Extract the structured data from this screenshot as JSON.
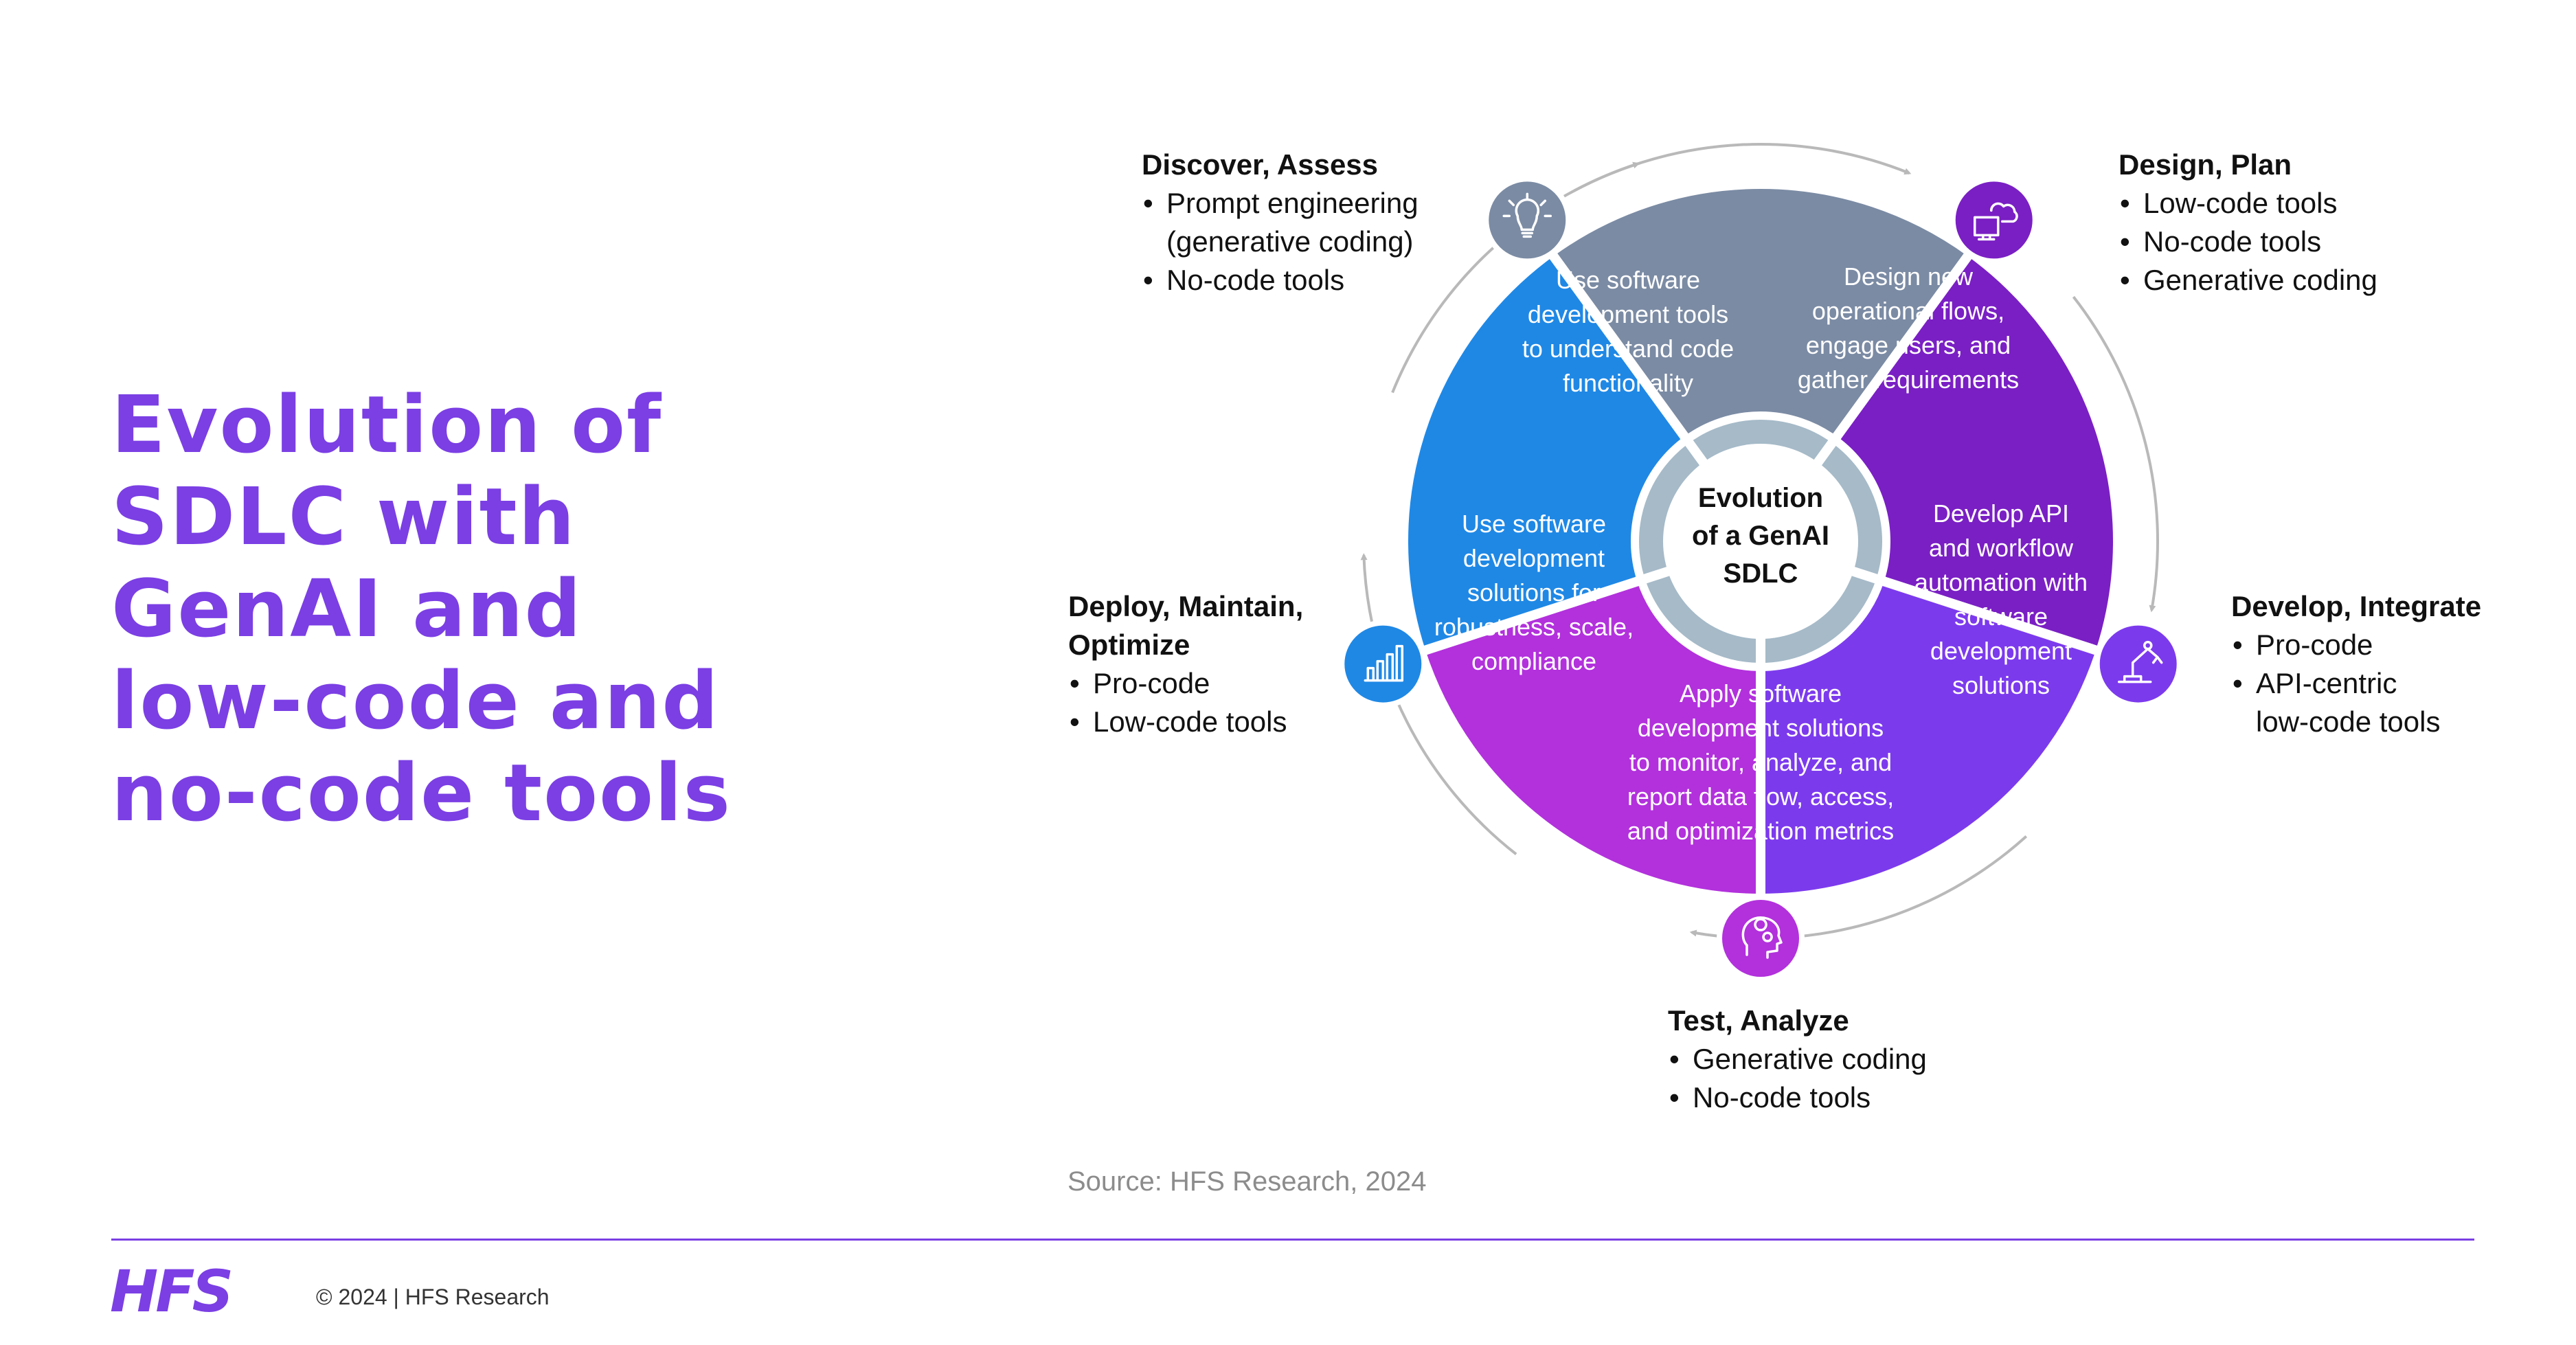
{
  "slide": {
    "title_lines": [
      "Evolution of",
      "SDLC with",
      "GenAI and",
      "low-code and",
      "no-code tools"
    ],
    "source": "Source: HFS Research, 2024",
    "logo": "HFS",
    "copyright": "© 2024 | HFS Research"
  },
  "diagram": {
    "center_lines": [
      "Evolution",
      "of a GenAI",
      "SDLC"
    ],
    "segments": [
      {
        "stage": "Discover, Assess",
        "color": "#7b8ba4",
        "icon": "lightbulb-icon",
        "icon_color": "#7b8ba4",
        "text_lines": [
          "Use software",
          "development tools",
          "to understand code",
          "functionality"
        ],
        "bullets": [
          "Prompt engineering",
          "(generative coding)",
          "No-code tools"
        ]
      },
      {
        "stage": "Design, Plan",
        "color": "#7a1fc4",
        "icon": "monitor-cloud-icon",
        "icon_color": "#7a1fc4",
        "text_lines": [
          "Design new",
          "operational flows,",
          "engage users, and",
          "gather requirements"
        ],
        "bullets": [
          "Low-code tools",
          "No-code tools",
          "Generative coding"
        ]
      },
      {
        "stage": "Develop, Integrate",
        "color": "#7c3aed",
        "icon": "robot-arm-icon",
        "icon_color": "#7c3aed",
        "text_lines": [
          "Develop API",
          "and workflow",
          "automation with",
          "software",
          "development",
          "solutions"
        ],
        "bullets": [
          "Pro-code",
          "API-centric",
          "low-code tools"
        ]
      },
      {
        "stage": "Test, Analyze",
        "color": "#b231dc",
        "icon": "head-gears-icon",
        "icon_color": "#b231dc",
        "text_lines": [
          "Apply software",
          "development solutions",
          "to monitor, analyze, and",
          "report data flow, access,",
          "and optimization metrics"
        ],
        "bullets": [
          "Generative coding",
          "No-code tools"
        ]
      },
      {
        "stage": "Deploy, Maintain, Optimize",
        "color": "#1f88e5",
        "icon": "bar-chart-icon",
        "icon_color": "#1f88e5",
        "text_lines": [
          "Use software",
          "development",
          "solutions for",
          "robustness, scale,",
          "compliance"
        ],
        "bullets": [
          "Pro-code",
          "Low-code tools"
        ]
      }
    ],
    "ring_color": "#a6bac8",
    "arrow_color": "#b9b9b9"
  }
}
